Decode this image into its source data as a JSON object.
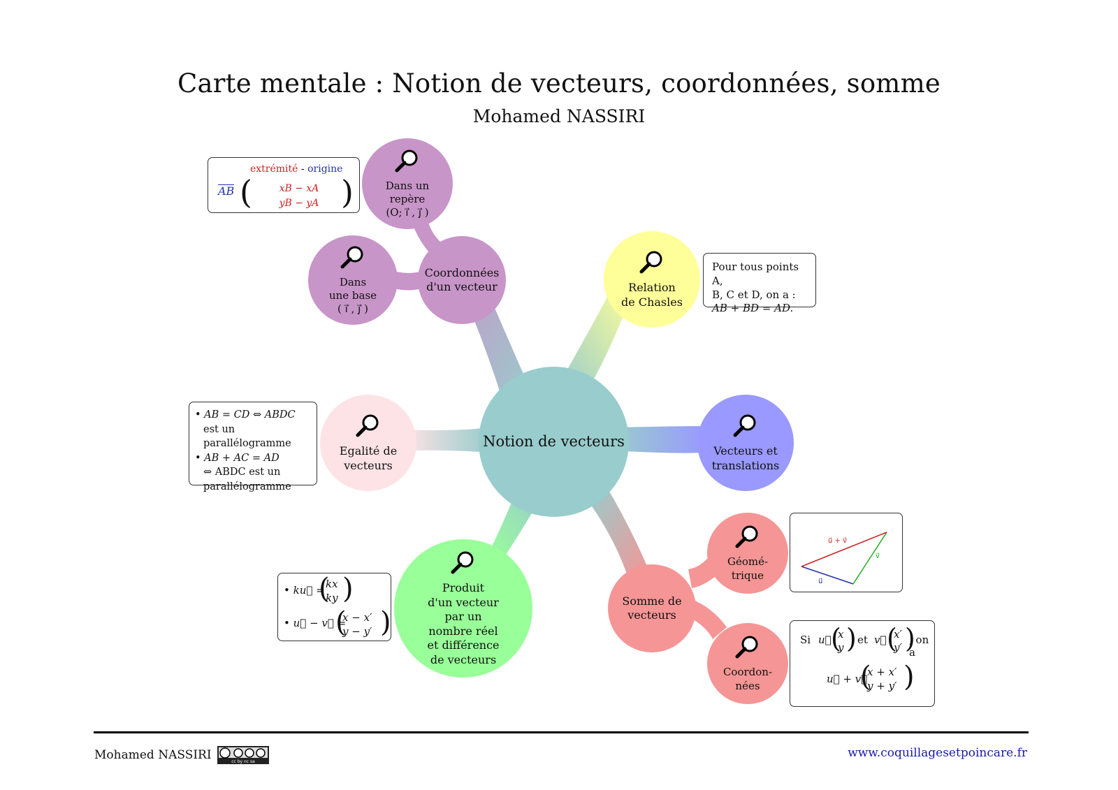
{
  "header": {
    "title": "Carte mentale : Notion de vecteurs, coordonnées, somme",
    "author": "Mohamed NASSIRI"
  },
  "nodes": {
    "center": "Notion de vecteurs",
    "coordonnees": "Coordonnées\nd'un vecteur",
    "repere": "Dans un\nrepère\n(O; i⃗ , j⃗ )",
    "base": "Dans\nune base\n( i⃗ , j⃗ )",
    "chasles": "Relation\nde Chasles",
    "translations": "Vecteurs et\ntranslations",
    "egalite": "Egalité de\nvecteurs",
    "produit": "Produit\nd'un vecteur\npar un\nnombre réel\net différence\nde vecteurs",
    "somme": "Somme de\nvecteurs",
    "geometrique": "Géomé-\ntrique",
    "coordonnees_somme": "Coordon-\nnées"
  },
  "cards": {
    "repere": {
      "extremite": "extrémité",
      "dash": " - ",
      "origine": "origine",
      "vec": "AB",
      "row1": "xB − xA",
      "row2": "yB − yA"
    },
    "chasles": {
      "line1": "Pour tous points A,",
      "line2": "B, C et D, on a :",
      "line3": "AB + BD = AD."
    },
    "egalite": {
      "l1": "AB = CD ⇔ ABDC",
      "l2": "est un parallélogramme",
      "l3": "AB + AC = AD",
      "l4": "⇔ ABDC est un",
      "l5": "parallélogramme"
    },
    "produit": {
      "l1_left": "ku⃗ =",
      "l1_top": "kx",
      "l1_bottom": "ky",
      "l2_left": "u⃗ − v⃗ =",
      "l2_top": "x − x′",
      "l2_bottom": "y − y′"
    },
    "geometrique": {
      "sum_label": "u⃗ + v⃗",
      "u_label": "u⃗",
      "v_label": "v⃗"
    },
    "coordonnees_somme": {
      "si": "Si",
      "u": "u⃗",
      "ux": "x",
      "uy": "y",
      "et": "et",
      "v": "v⃗",
      "vx": "x′",
      "vy": "y′",
      "ona": ", on a",
      "sum": "u⃗ + v⃗",
      "sx": "x + x′",
      "sy": "y + y′"
    }
  },
  "colors": {
    "center": "#99cccc",
    "purple": "#c895c8",
    "yellow": "#ffff99",
    "blue": "#9999ff",
    "pink": "#fde3e6",
    "green": "#99ff99",
    "red": "#f59595",
    "accent_red": "#cc2222",
    "accent_blue": "#2233aa",
    "accent_green": "#22aa22"
  },
  "icons": [
    "magnifier-icon",
    "cc-license-icon"
  ],
  "footer": {
    "author": "Mohamed NASSIRI",
    "license_badge": "cc by nc sa",
    "url": "www.coquillagesetpoincare.fr"
  }
}
